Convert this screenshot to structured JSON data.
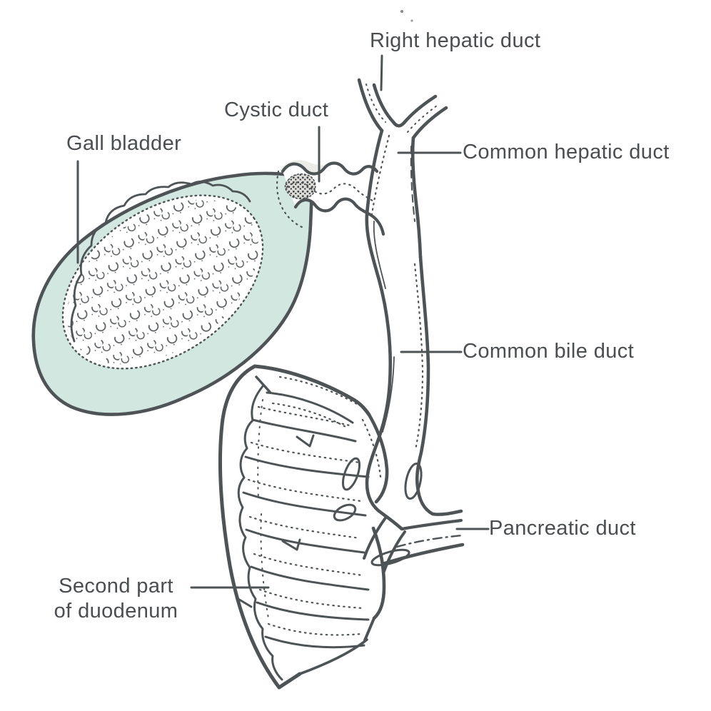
{
  "figure": {
    "background_color": "#ffffff",
    "ink_color": "#4e5356",
    "gall_bladder_fill": "#d2e7e0",
    "labels": {
      "right_hepatic_duct": "Right hepatic duct",
      "cystic_duct": "Cystic duct",
      "gall_bladder": "Gall bladder",
      "common_hepatic_duct": "Common hepatic duct",
      "common_bile_duct": "Common bile duct",
      "pancreatic_duct": "Pancreatic duct",
      "second_part_of_duodenum_line1": "Second part",
      "second_part_of_duodenum_line2": "of duodenum"
    }
  }
}
